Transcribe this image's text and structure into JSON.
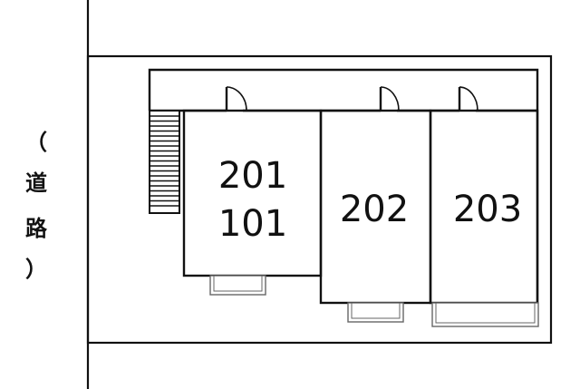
{
  "road": {
    "label_chars": [
      "（",
      "道",
      "路",
      "）"
    ]
  },
  "units": [
    {
      "floor2": "201",
      "floor1": "101"
    },
    {
      "number": "202"
    },
    {
      "number": "203"
    }
  ],
  "colors": {
    "line": "#111111",
    "balcony": "#666666",
    "background": "#ffffff"
  }
}
